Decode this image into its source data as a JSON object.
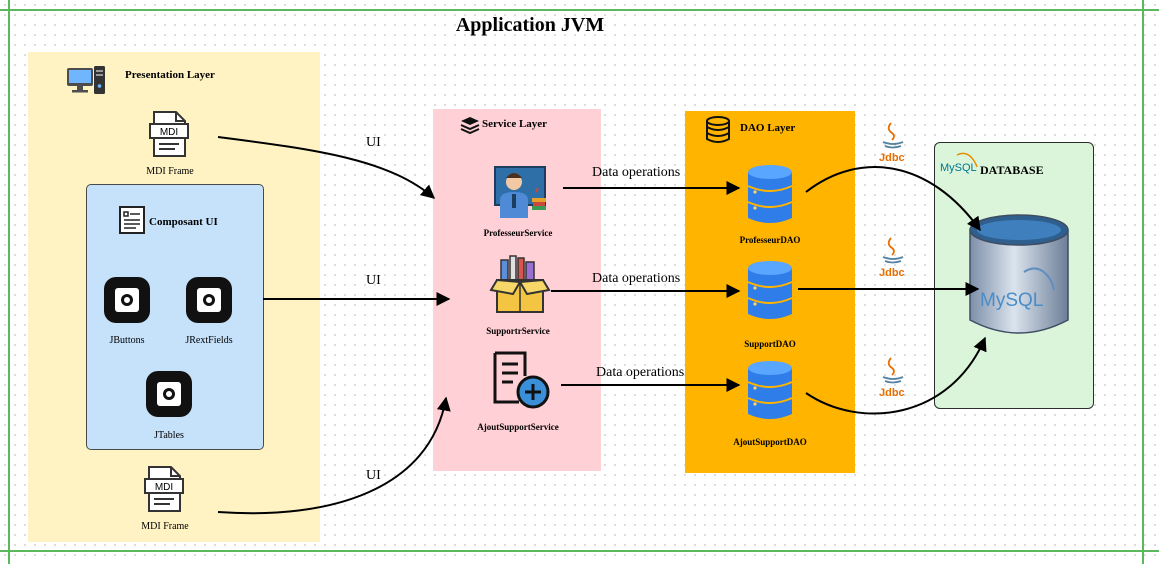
{
  "title": "Application JVM",
  "presentation": {
    "label": "Presentation Layer",
    "mdi_frame_top": {
      "icon_text": "MDI",
      "label": "MDI Frame"
    },
    "mdi_frame_bottom": {
      "icon_text": "MDI",
      "label": "MDI Frame"
    },
    "composant": {
      "label": "Composant UI",
      "items": [
        "JButtons",
        "JRextFields",
        "JTables"
      ]
    }
  },
  "service": {
    "label": "Service Layer",
    "items": [
      "ProfesseurService",
      "SupportrService",
      "AjoutSupportService"
    ]
  },
  "dao": {
    "label": "DAO Layer",
    "items": [
      "ProfesseurDAO",
      "SupportDAO",
      "AjoutSupportDAO"
    ]
  },
  "database": {
    "label": "DATABASE",
    "logo_text": "MySQL",
    "cylinder_text": "MySQL"
  },
  "jdbc_label": "Jdbc",
  "edges": {
    "ui_1": "UI",
    "ui_2": "UI",
    "ui_3": "UI",
    "data_1": "Data operations",
    "data_2": "Data operations",
    "data_3": "Data operations"
  },
  "colors": {
    "frame": "#5cb85c",
    "presentation": "#fff3c4",
    "composant": "#c6e2fb",
    "service": "#ffd0d6",
    "dao": "#ffb400",
    "database": "#dbf5da",
    "db_icon": "#2e7de9"
  }
}
